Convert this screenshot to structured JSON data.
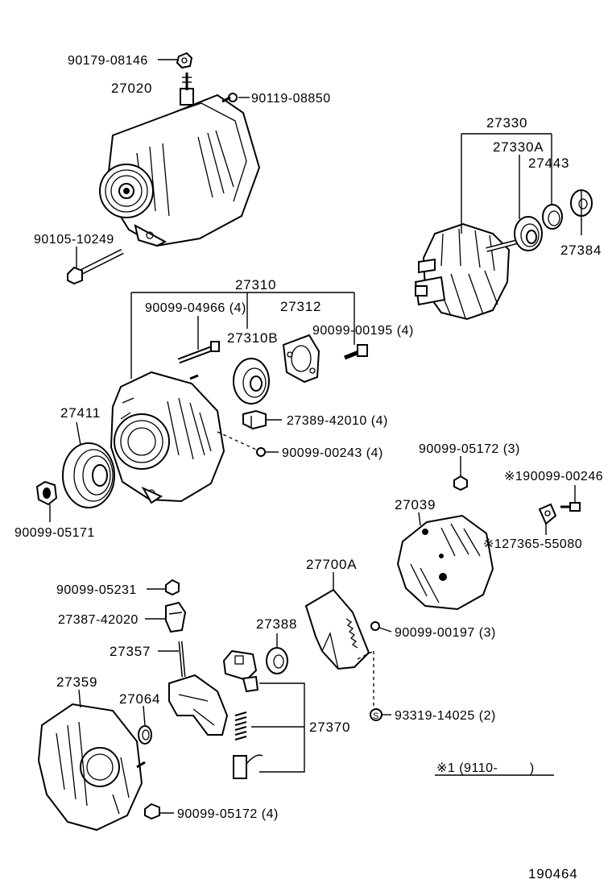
{
  "labels": {
    "bolt_90179": "90179-08146",
    "alt_27020": "27020",
    "bolt_90119": "90119-08850",
    "bolt_90105": "90105-10249",
    "frame_27310": "27310",
    "bolt_90099_04966": "90099-04966 (4)",
    "plate_27312": "27312",
    "bolt_90099_00195": "90099-00195 (4)",
    "bearing_27310b": "27310B",
    "pulley_27411": "27411",
    "insulator_27389": "27389-42010 (4)",
    "screw_90099_00243": "90099-00243 (4)",
    "nut_90099_05171": "90099-05171",
    "rotor_27330": "27330",
    "bearing_27330a": "27330A",
    "cover_27443": "27443",
    "washer_27384": "27384",
    "nut_90099_05172_3": "90099-05172 (3)",
    "cover_27039": "27039",
    "bolt_190099_00246": "※190099-00246",
    "plate_127365": "※127365-55080",
    "regulator_27700a": "27700A",
    "nut_90099_05231": "90099-05231",
    "terminal_27387": "27387-42020",
    "holder_27388": "27388",
    "bolt_27357": "27357",
    "screw_90099_00197": "90099-00197 (3)",
    "frame_27359": "27359",
    "ring_27064": "27064",
    "brush_27370": "27370",
    "screw_93319": "93319-14025 (2)",
    "note_range": "※1 (9110-        )",
    "nut_90099_05172_4": "90099-05172 (4)",
    "drawing_number": "190464"
  }
}
